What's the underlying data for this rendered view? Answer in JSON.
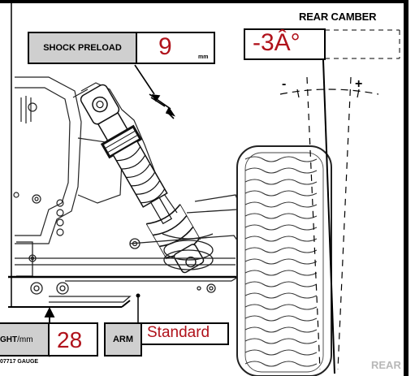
{
  "rear_camber": {
    "title": "REAR CAMBER",
    "value": "-3Â°",
    "minus": "-",
    "plus": "+"
  },
  "shock_preload": {
    "label": "SHOCK PRELOAD",
    "value": "9",
    "unit": "mm"
  },
  "ride_height": {
    "label_cut": "GHT",
    "unit": "/mm",
    "value": "28",
    "gauge_note": "07717 GAUGE"
  },
  "arm": {
    "label": "ARM",
    "value": "Standard"
  },
  "corner_label": "REAR",
  "colors": {
    "value_red": "#b0121b",
    "label_gray": "#cfcfcf",
    "line": "#000000",
    "muted": "#b8b8b8"
  }
}
